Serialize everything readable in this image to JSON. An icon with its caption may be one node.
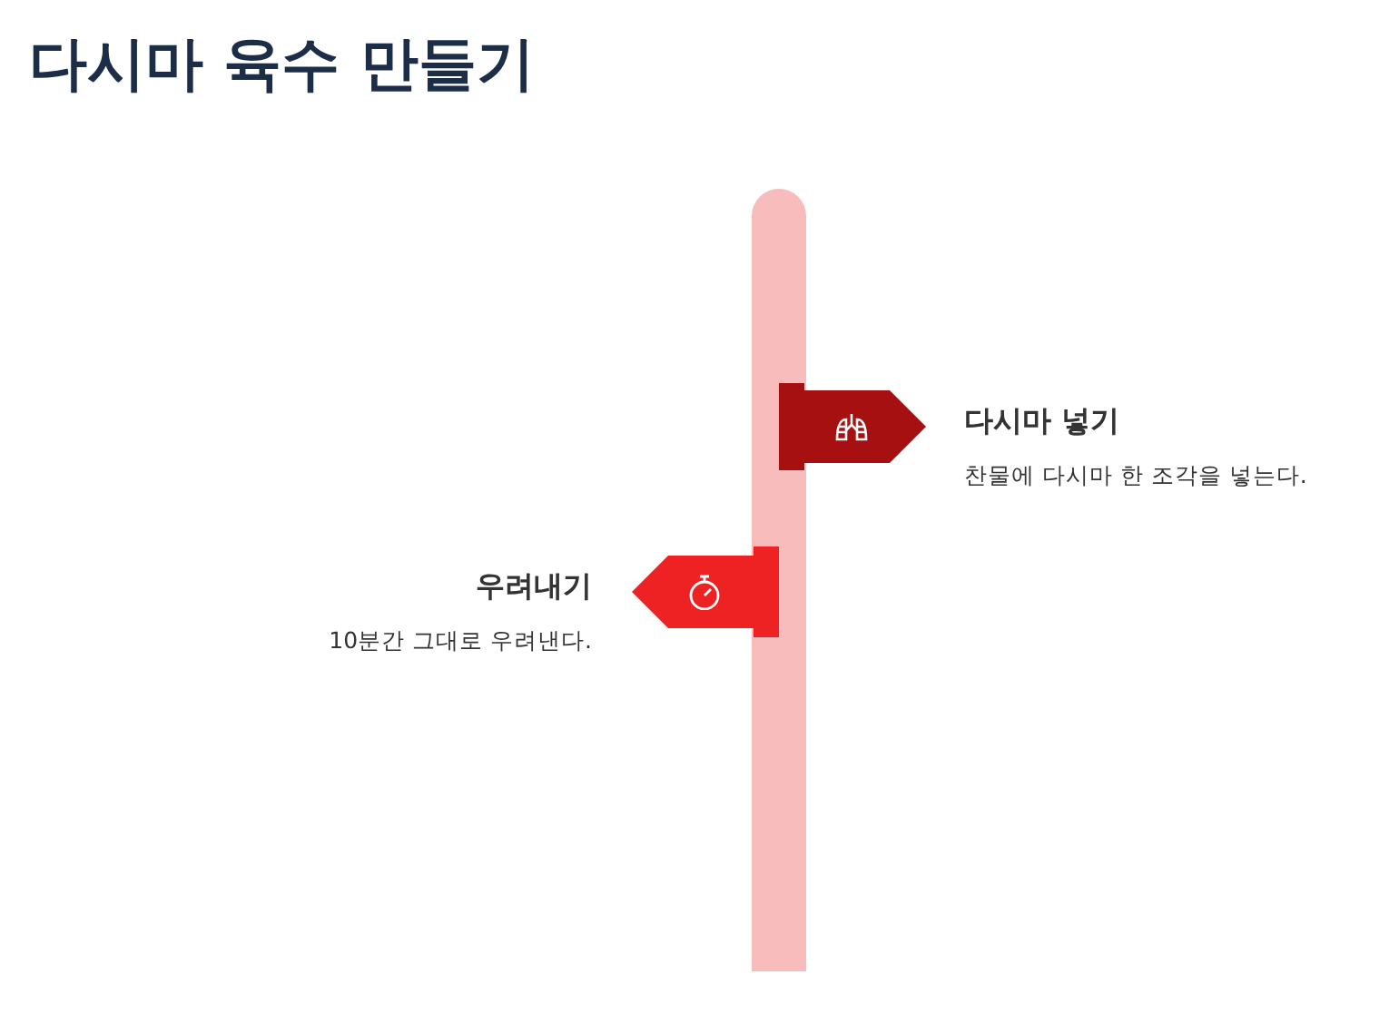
{
  "diagram": {
    "title": "다시마 육수 만들기",
    "nodes": [
      {
        "text": [
          "다시마 넣기",
          "찬물에 다시마 한 조각을 넣는다."
        ]
      },
      {
        "text": [
          "우려내기",
          "10분간 그대로 우려낸다."
        ]
      },
      {
        "text": [],
        "shape": "bar"
      }
    ],
    "edges": [
      {
        "from": 2,
        "to": 0,
        "arrow": "to",
        "style": "thick",
        "color": "#a61010"
      },
      {
        "from": 2,
        "to": 1,
        "arrow": "to",
        "style": "thick",
        "color": "#ee2222"
      }
    ]
  }
}
